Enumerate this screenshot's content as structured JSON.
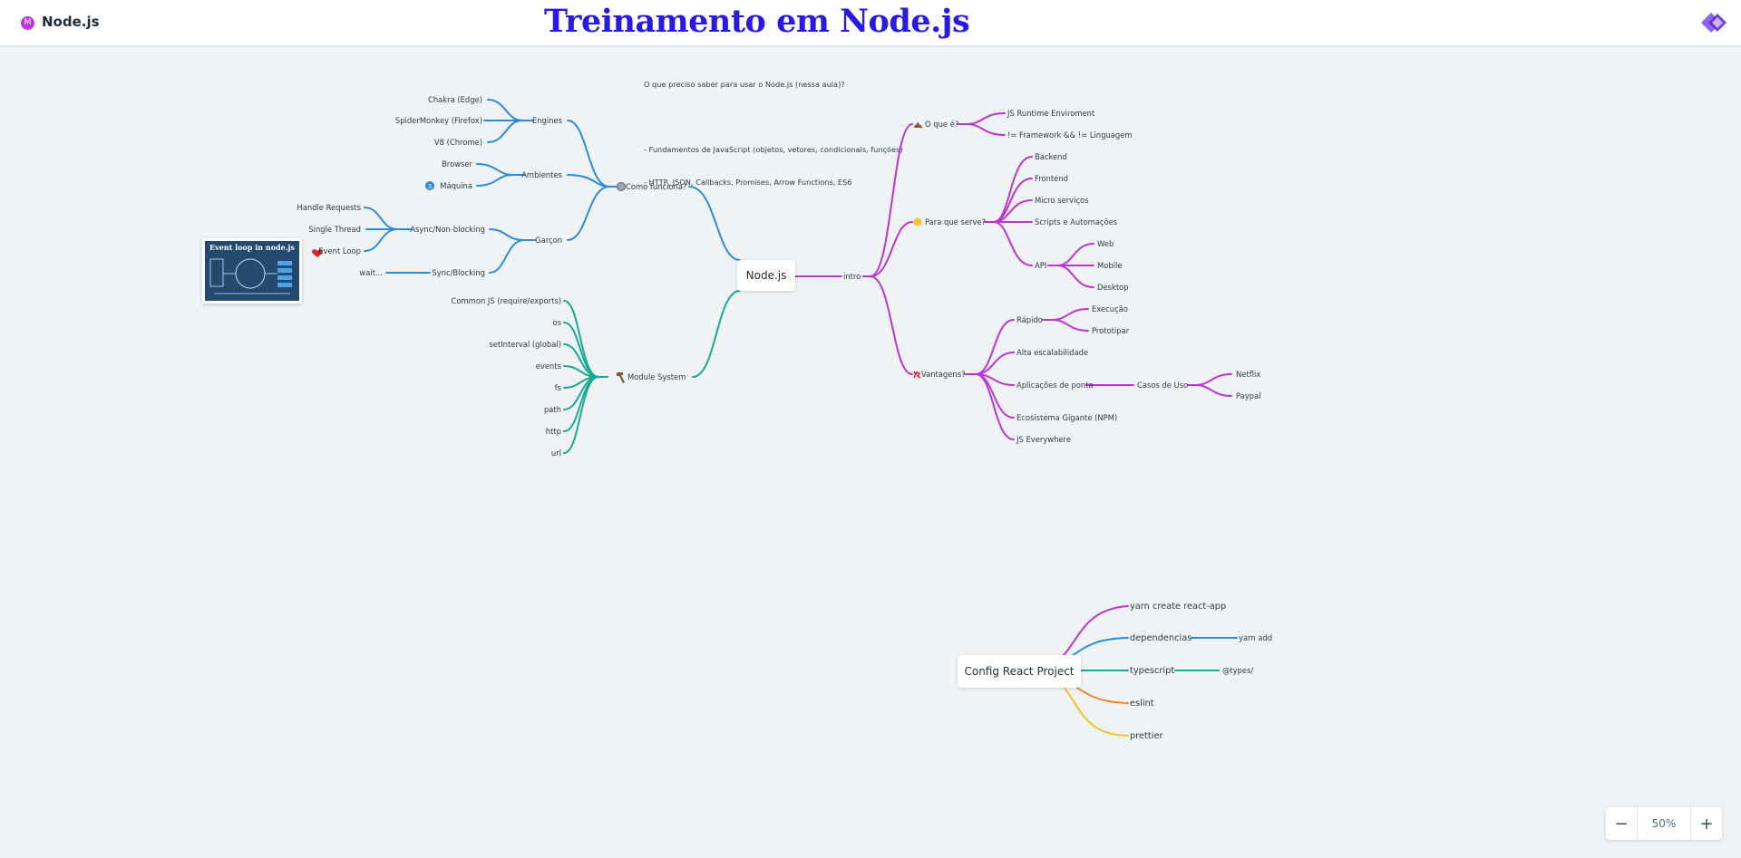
{
  "header": {
    "doc_icon_letter": "M",
    "doc_title": "Node.js",
    "board_title": "Treinamento em Node.js"
  },
  "note": {
    "lines": [
      "O que preciso saber para usar o Node.js (nessa aula)?",
      "",
      "- Fundamentos de JavaScript (objetos, vetores, condicionais, funções)",
      "- HTTP, JSON, Callbacks, Promises, Arrow Functions, ES6"
    ]
  },
  "image_node": {
    "title": "Event loop in node.js"
  },
  "mindmap": {
    "root": "Node.js",
    "colors": {
      "blue": "#2f8ad8",
      "teal": "#18a994",
      "purple": "#bd34d3",
      "orange": "#ef8536",
      "yellow": "#f5c122"
    },
    "como_funciona": {
      "label": "Como funciona?",
      "icon": "gear-icon",
      "engines": {
        "label": "Engines",
        "items": [
          "Chakra (Edge)",
          "SpiderMonkey (Firefox)",
          "V8 (Chrome)"
        ]
      },
      "ambientes": {
        "label": "Ambientes",
        "items": [
          "Browser",
          "Máquina"
        ],
        "maquina_badge": "3"
      },
      "garcon": {
        "label": "Garçon",
        "async": {
          "label": "Async/Non-blocking",
          "items": [
            "Handle Requests",
            "Single Thread",
            "Event Loop"
          ]
        },
        "sync": {
          "label": "Sync/Blocking",
          "items": [
            "wait..."
          ]
        }
      }
    },
    "module_system": {
      "label": "Module System",
      "icon": "hammer-icon",
      "items": [
        "Common JS (require/exports)",
        "os",
        "setInterval (global)",
        "events",
        "fs",
        "path",
        "http",
        "url"
      ]
    },
    "intro": {
      "label": "intro",
      "o_que_e": {
        "label": "O que é?",
        "icon": "poop-icon",
        "items": [
          "JS Runtime Enviroment",
          "!= Framework && != Linguagem"
        ]
      },
      "para_que_serve": {
        "label": "Para que serve?",
        "icon": "thinking-face-icon",
        "items": [
          "Backend",
          "Frontend",
          "Micro serviços",
          "Scripts e Automações"
        ],
        "api": {
          "label": "API",
          "items": [
            "Web",
            "Mobile",
            "Desktop"
          ]
        }
      },
      "vantagens": {
        "label": "Vantagens?",
        "icon": "runner-icon",
        "rapido": {
          "label": "Rápido",
          "items": [
            "Execução",
            "Prototipar"
          ]
        },
        "alta": "Alta escalabilidade",
        "aplicacoes": {
          "label": "Aplicações de ponta",
          "casos": {
            "label": "Casos de Uso",
            "items": [
              "Netflix",
              "Paypal"
            ]
          }
        },
        "ecossistema": "Ecosistema Gigante (NPM)",
        "everywhere": "JS Everywhere"
      }
    }
  },
  "react_map": {
    "root": "Config React Project",
    "branches": [
      {
        "label": "yarn create react-app",
        "color": "#bd34d3"
      },
      {
        "label": "dependencias",
        "color": "#2f8ad8",
        "child": "yarn add"
      },
      {
        "label": "typescript",
        "color": "#18a994",
        "child": "@types/"
      },
      {
        "label": "eslint",
        "color": "#ef8536"
      },
      {
        "label": "prettier",
        "color": "#f5c122"
      }
    ]
  },
  "zoom": {
    "minus": "−",
    "value": "50%",
    "plus": "+"
  }
}
